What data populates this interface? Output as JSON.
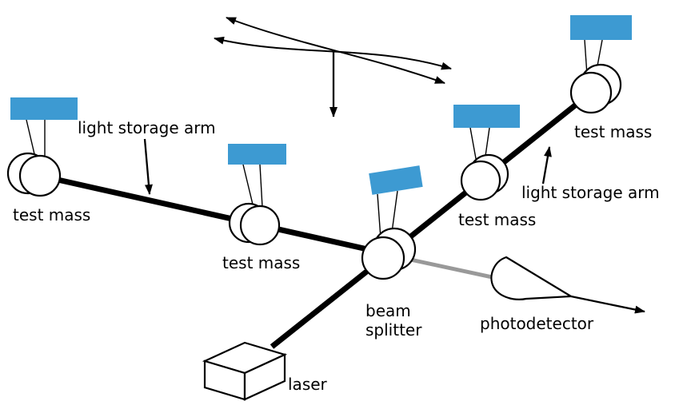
{
  "diagram": {
    "name": "laser-interferometer-gravitational-wave-detector",
    "background": "#ffffff",
    "colors": {
      "mount": "#3d9ad2",
      "beam": "#000000",
      "readout_beam": "#999999",
      "outline": "#000000",
      "label": "#000000"
    },
    "labels": {
      "light_storage_arm_left": "light storage arm",
      "light_storage_arm_right": "light storage arm",
      "test_mass_far_left": "test mass",
      "test_mass_mid_left": "test mass",
      "test_mass_mid_right": "test mass",
      "test_mass_far_right": "test mass",
      "beam_splitter_line1": "beam",
      "beam_splitter_line2": "splitter",
      "photodetector": "photodetector",
      "laser": "laser"
    }
  }
}
